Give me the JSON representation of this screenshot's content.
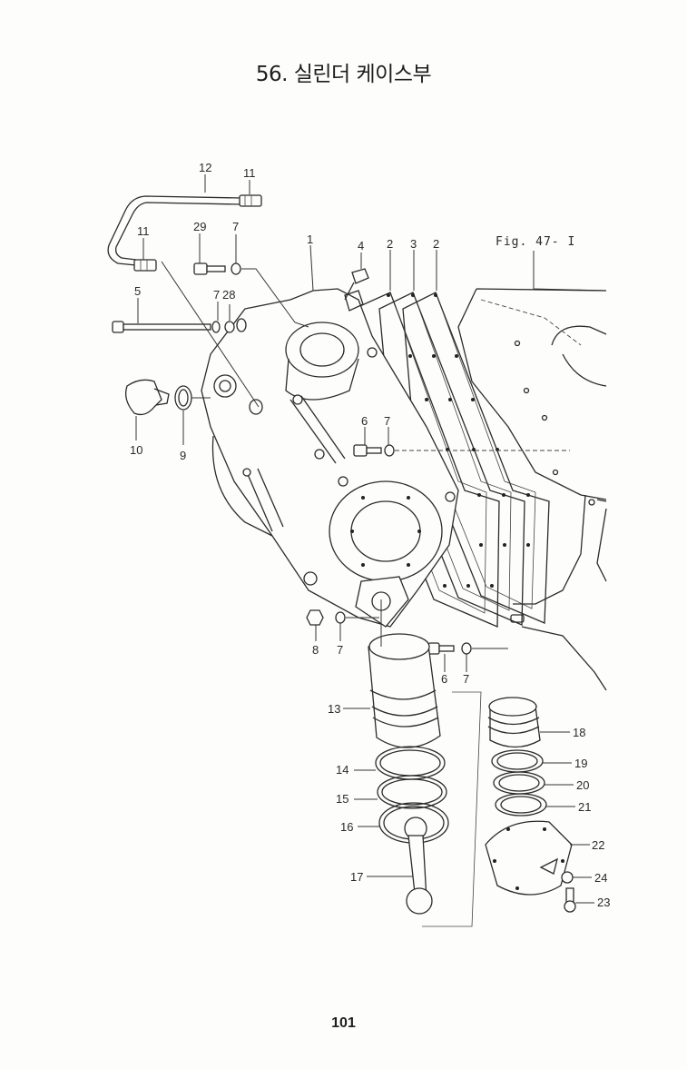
{
  "page": {
    "title": "56. 실린더 케이스부",
    "page_number": "101",
    "figure_ref": "Fig. 47- I"
  },
  "callouts": [
    {
      "id": "1",
      "text": "1"
    },
    {
      "id": "2a",
      "text": "2"
    },
    {
      "id": "2b",
      "text": "2"
    },
    {
      "id": "3",
      "text": "3"
    },
    {
      "id": "4",
      "text": "4"
    },
    {
      "id": "5",
      "text": "5"
    },
    {
      "id": "6a",
      "text": "6"
    },
    {
      "id": "6b",
      "text": "6"
    },
    {
      "id": "7a",
      "text": "7"
    },
    {
      "id": "7b",
      "text": "7"
    },
    {
      "id": "7c",
      "text": "7"
    },
    {
      "id": "7d",
      "text": "7"
    },
    {
      "id": "7e",
      "text": "7"
    },
    {
      "id": "8",
      "text": "8"
    },
    {
      "id": "9",
      "text": "9"
    },
    {
      "id": "10",
      "text": "10"
    },
    {
      "id": "11a",
      "text": "11"
    },
    {
      "id": "11b",
      "text": "11"
    },
    {
      "id": "12",
      "text": "12"
    },
    {
      "id": "13",
      "text": "13"
    },
    {
      "id": "14",
      "text": "14"
    },
    {
      "id": "15",
      "text": "15"
    },
    {
      "id": "16",
      "text": "16"
    },
    {
      "id": "17",
      "text": "17"
    },
    {
      "id": "18",
      "text": "18"
    },
    {
      "id": "19",
      "text": "19"
    },
    {
      "id": "20",
      "text": "20"
    },
    {
      "id": "21",
      "text": "21"
    },
    {
      "id": "22",
      "text": "22"
    },
    {
      "id": "23",
      "text": "23"
    },
    {
      "id": "24",
      "text": "24"
    },
    {
      "id": "28",
      "text": "28"
    },
    {
      "id": "29",
      "text": "29"
    }
  ]
}
